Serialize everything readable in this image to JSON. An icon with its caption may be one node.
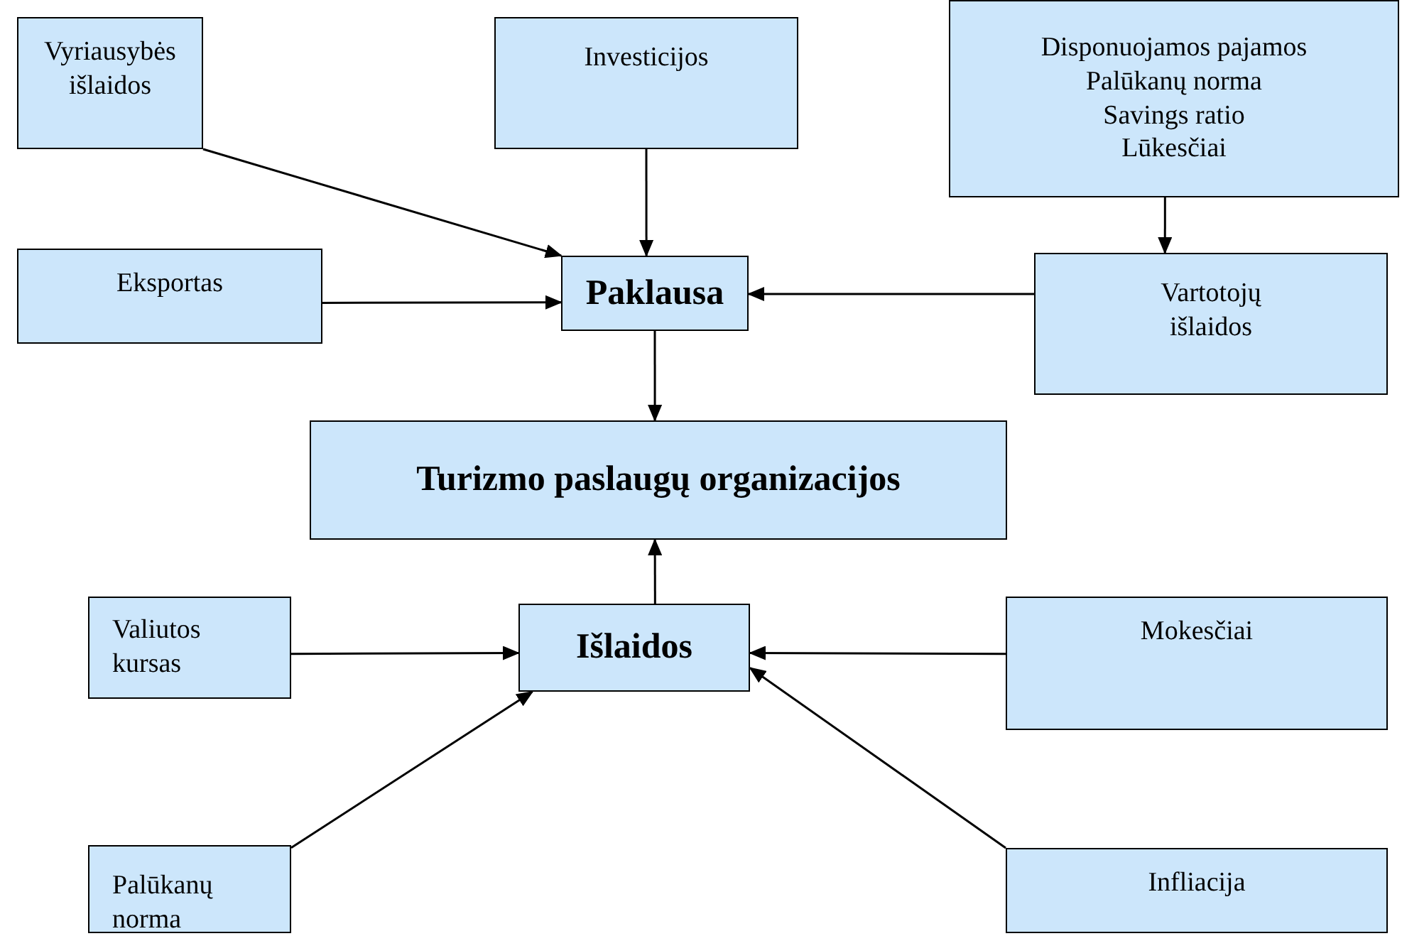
{
  "diagram": {
    "nodes": [
      {
        "text": [
          "Vyriausybės išlaidos"
        ]
      },
      {
        "text": [
          "Investicijos"
        ]
      },
      {
        "text": [
          "Disponuojamos pajamos",
          "Palūkanų norma",
          "Savings ratio",
          "Lūkesčiai"
        ]
      },
      {
        "text": [
          "Eksportas"
        ]
      },
      {
        "text": [
          "Paklausa"
        ]
      },
      {
        "text": [
          "Vartotojų išlaidos"
        ]
      },
      {
        "text": [
          "Turizmo paslaugų organizacijos"
        ]
      },
      {
        "text": [
          "Valiutos kursas"
        ]
      },
      {
        "text": [
          "Išlaidos"
        ]
      },
      {
        "text": [
          "Mokesčiai"
        ]
      },
      {
        "text": [
          "Palūkanų norma"
        ]
      },
      {
        "text": [
          "Infliacija"
        ]
      }
    ],
    "edges": [
      {
        "from": 0,
        "to": 4,
        "arrow": "to"
      },
      {
        "from": 1,
        "to": 4,
        "arrow": "to"
      },
      {
        "from": 2,
        "to": 5,
        "arrow": "to"
      },
      {
        "from": 3,
        "to": 4,
        "arrow": "to"
      },
      {
        "from": 5,
        "to": 4,
        "arrow": "to"
      },
      {
        "from": 4,
        "to": 6,
        "arrow": "to"
      },
      {
        "from": 8,
        "to": 6,
        "arrow": "to"
      },
      {
        "from": 7,
        "to": 8,
        "arrow": "to"
      },
      {
        "from": 9,
        "to": 8,
        "arrow": "to"
      },
      {
        "from": 10,
        "to": 8,
        "arrow": "to"
      },
      {
        "from": 11,
        "to": 8,
        "arrow": "to"
      }
    ]
  }
}
